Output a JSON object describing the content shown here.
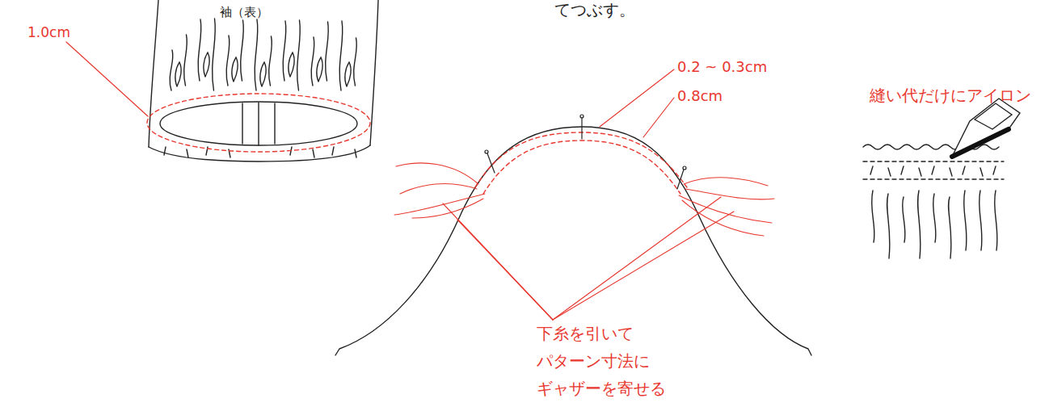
{
  "diagram": {
    "labels": [
      "てつぶす。",
      "袖（表）",
      "1.0cm",
      "0.2 ~ 0.3cm",
      "0.8cm",
      "縫い代だけにアイロン",
      "下糸を引いて パターン寸法に ギャザーを寄せる"
    ]
  }
}
